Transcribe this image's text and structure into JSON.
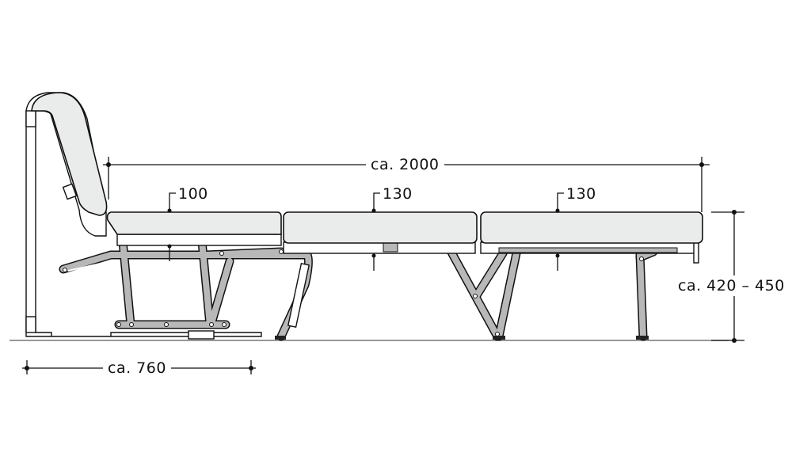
{
  "dimensions": {
    "total_length": "ca. 2000",
    "height": "ca. 420 – 450",
    "depth": "ca. 760",
    "cushion_1_thickness": "100",
    "cushion_2_thickness": "130",
    "cushion_3_thickness": "130"
  },
  "colors": {
    "cushion": "#eaebeb",
    "metal_frame": "#b8b8b8",
    "outline": "#111111"
  }
}
